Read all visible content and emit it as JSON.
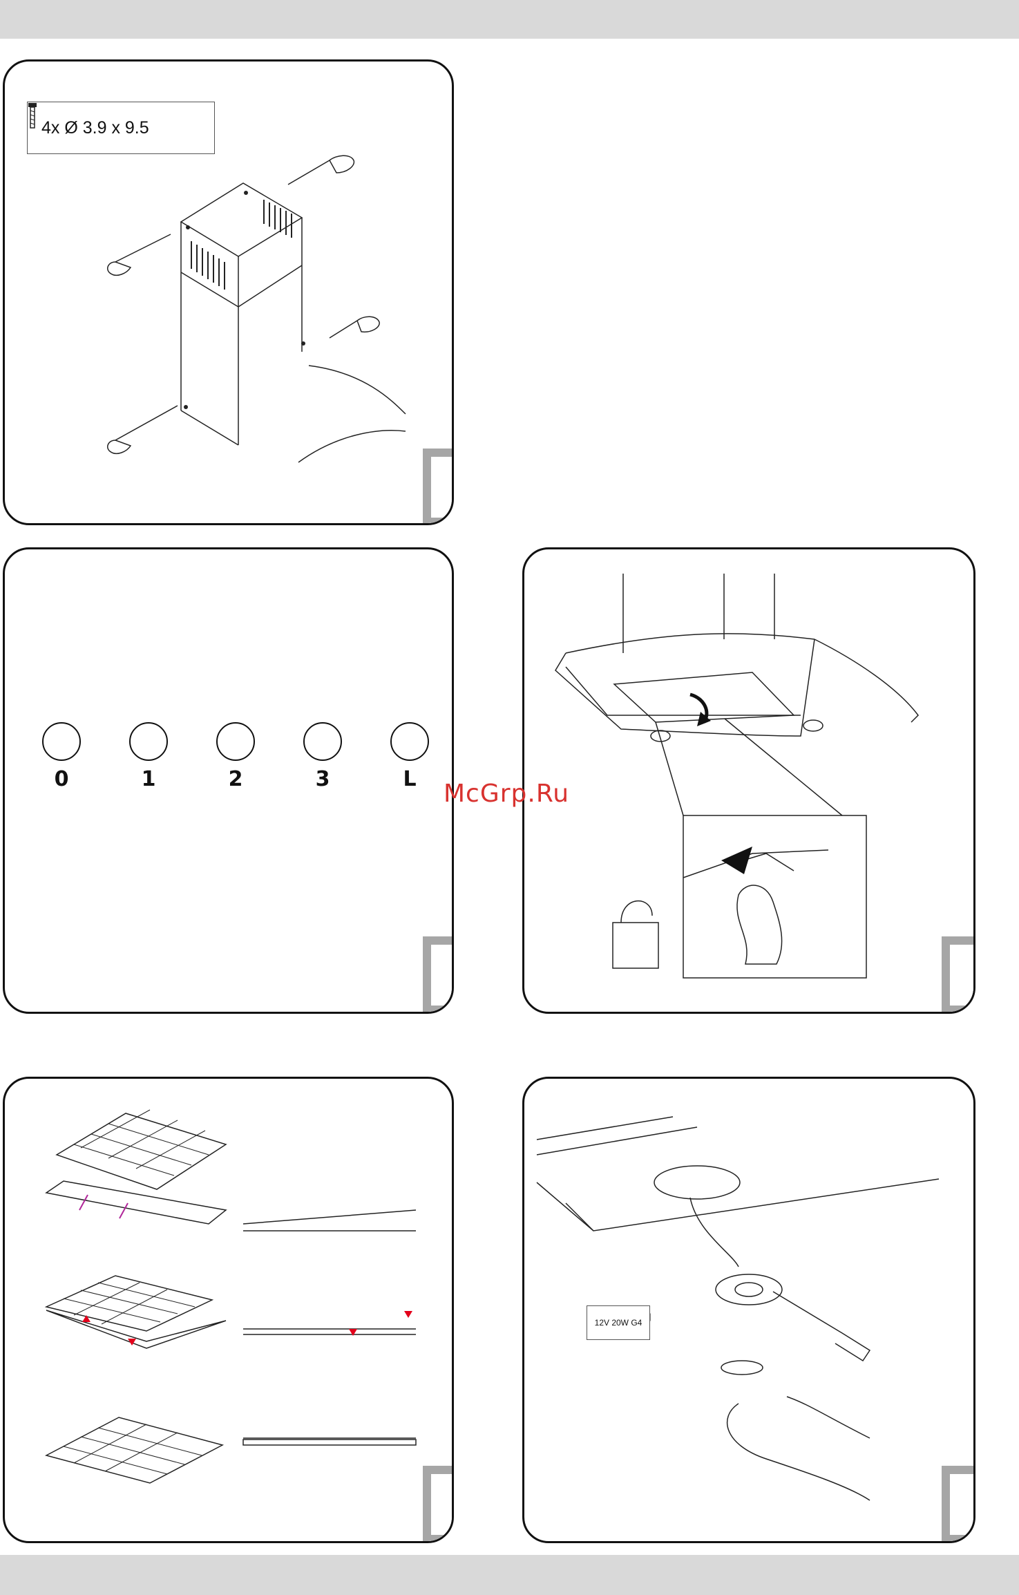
{
  "screw_spec": "4x Ø 3.9 x 9.5",
  "speed_settings": [
    "0",
    "1",
    "2",
    "3",
    "L"
  ],
  "watermark": "McGrp.Ru",
  "lamp_spec": "12V 20W G4",
  "colors": {
    "band": "#d9d9d9",
    "step_box_border": "#a6a6a6",
    "watermark": "#d8322f",
    "arrow_red": "#e3001b",
    "arrow_magenta": "#b0279a"
  }
}
